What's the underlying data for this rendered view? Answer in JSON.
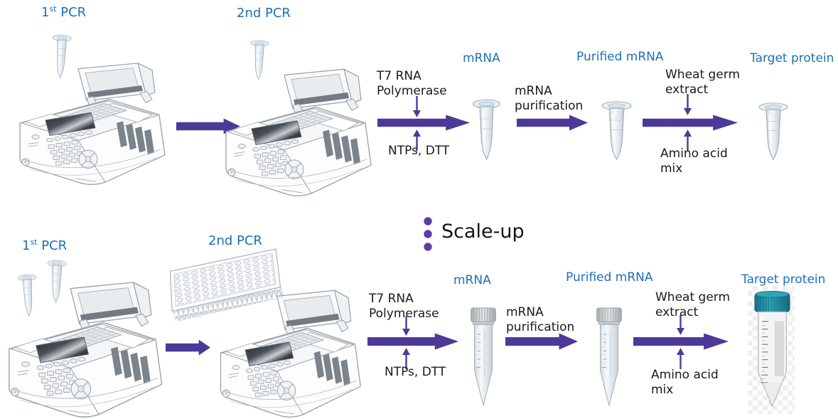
{
  "colors": {
    "label_blue": "#1c70b8",
    "arrow_purple": "#4d3a98",
    "dots_purple": "#5a3f9f",
    "text_black": "#1a1a1a",
    "falcon_cap_teal": "#2191a5"
  },
  "divider": {
    "label": "Scale-up"
  },
  "stages": {
    "pcr1_num": "1",
    "pcr1_sup": "st",
    "pcr1_rest": " PCR",
    "pcr2": "2nd PCR",
    "t7_polymerase": "T7 RNA Polymerase",
    "ntps_dtt": "NTPs, DTT",
    "mrna": "mRNA",
    "mrna_purification": "mRNA purification",
    "purified_mrna": "Purified mRNA",
    "wheat_germ_extract": "Wheat germ extract",
    "amino_acid_mix": "Amino acid mix",
    "target_protein": "Target protein"
  },
  "icons": {
    "pcr_machine": "thermocycler line drawing",
    "microcentrifuge_tube": "small conical microtube",
    "conical_tube": "screw-cap conical tube",
    "falcon_tube_50ml": "50 mL tube with teal cap",
    "well_plate_96": "96-well PCR plate",
    "flow_arrow": "purple right arrow",
    "reagent_arrow": "small purple vertical arrow",
    "scale_up_dots": "three purple dots"
  }
}
